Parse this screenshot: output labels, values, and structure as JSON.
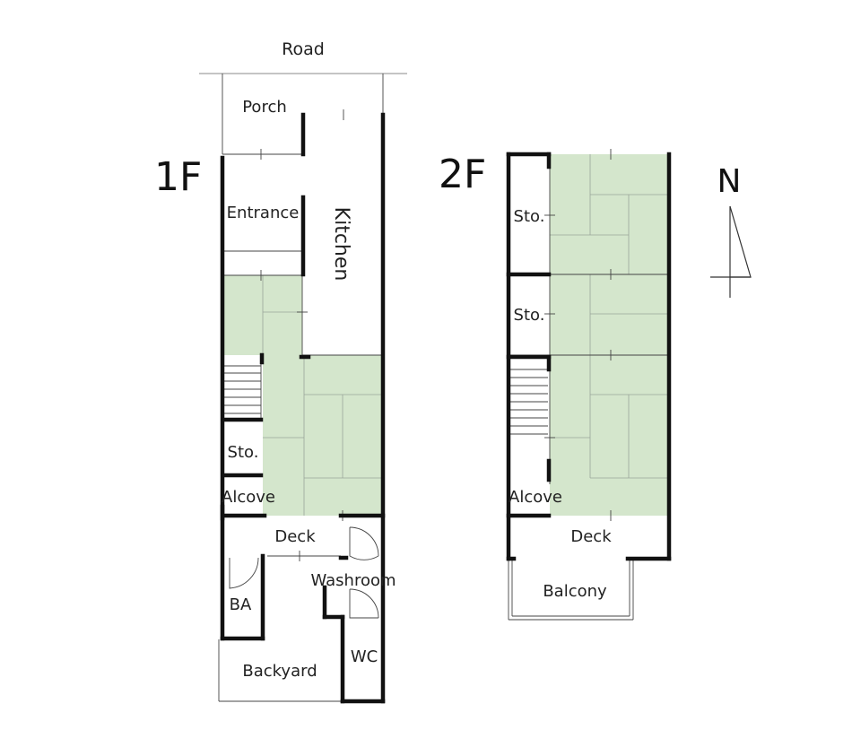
{
  "plan": {
    "road": "Road",
    "floor1": "1F",
    "floor2": "2F",
    "north": "N",
    "tatami_color": "#d4e6cc",
    "wall_color": "#111111"
  },
  "rooms_1f": {
    "porch": "Porch",
    "entrance": "Entrance",
    "kitchen": "Kitchen",
    "storage": "Sto.",
    "alcove": "Alcove",
    "deck": "Deck",
    "washroom": "Washroom",
    "bath": "BA",
    "wc": "WC",
    "backyard": "Backyard"
  },
  "rooms_2f": {
    "storage_1": "Sto.",
    "storage_2": "Sto.",
    "alcove": "Alcove",
    "deck": "Deck",
    "balcony": "Balcony"
  }
}
